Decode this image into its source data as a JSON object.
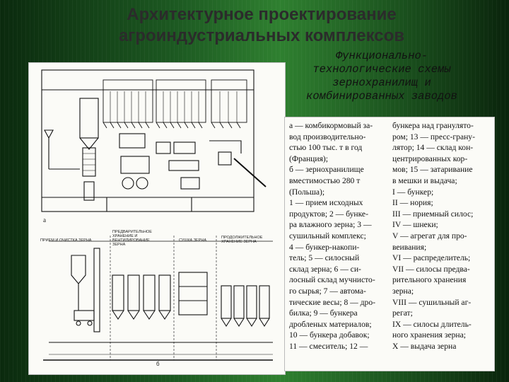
{
  "slide": {
    "title": "Архитектурное проектирование агроиндустриальных комплексов",
    "subtitle": "Функционально-технологические схемы зернохранилищ и комбинированных заводов"
  },
  "figure": {
    "captions": {
      "a": "а",
      "b": "б",
      "priem": "ПРИЕМ И ОЧИСТКА ЗЕРНА",
      "predvar": "ПРЕДВАРИТЕЛЬНОЕ ХРАНЕНИЕ И ВЕНТИЛИРОВАНИЕ ЗЕРНА",
      "sushka": "СУШКА ЗЕРНА",
      "dolgo": "ПРОДОЛЖИТЕЛЬНОЕ ХРАНЕНИЕ ЗЕРНА"
    }
  },
  "legend": {
    "col1": "а — комбикормовый за-\nвод производительно-\nстью 100 тыс. т в год\n(Франция);\nб — зернохранилище\nвместимостью 280 т\n(Польша);\n1 — прием исходных\nпродуктов; 2 — бунке-\nра влажного зерна; 3 —\nсушильный комплекс;\n4 — бункер-накопи-\nтель; 5 — силосный\nсклад зерна; 6 — си-\nлосный склад мучнисто-\nго сырья; 7 — автома-\nтические весы; 8 — дро-\nбилка; 9 — бункера\nдробленых материалов;\n10 — бункера добавок;\n11 — смеситель; 12 —",
    "col2": "бункера над гранулято-\nром; 13 — пресс-грану-\nлятор; 14 — склад кон-\nцентрированных кор-\nмов; 15 — затаривание\nв мешки и выдача;\nI — бункер;\nII — нория;\nIII — приемный силос;\nIV — шнеки;\nV — агрегат для про-\nвеивания;\nVI — распределитель;\nVII — силосы предва-\nрительного хранения\nзерна;\nVIII — сушильный аг-\nрегат;\nIX — силосы длитель-\nного хранения зерна;\nX — выдача зерна"
  }
}
